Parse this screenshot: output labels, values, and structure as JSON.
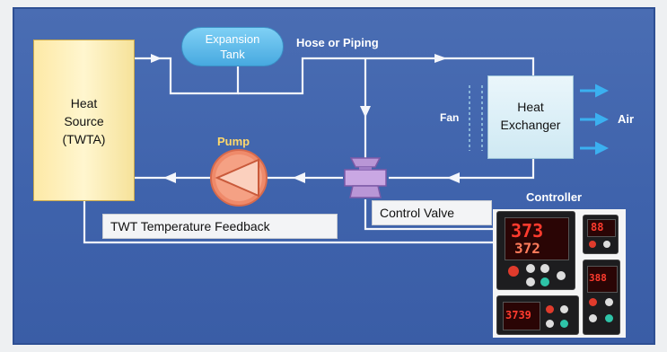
{
  "labels": {
    "heat_source": "Heat Source (TWTA)",
    "heat_source_lines": [
      "Heat",
      "Source",
      "(TWTA)"
    ],
    "expansion_tank_lines": [
      "Expansion",
      "Tank"
    ],
    "hose": "Hose or Piping",
    "heat_exchanger_lines": [
      "Heat",
      "Exchanger"
    ],
    "fan": "Fan",
    "air": "Air",
    "pump": "Pump",
    "control_valve": "Control Valve",
    "feedback": "TWT Temperature Feedback",
    "controller": "Controller"
  },
  "controller_displays": {
    "big_top": "373",
    "big_bottom": "372",
    "small_right_top": "88",
    "small_right_bottom": "388",
    "bottom_left": "3739"
  },
  "colors": {
    "panel": "#4267b0",
    "pipe": "#f4f6fb",
    "heat_source_fill": "#fdf0b8",
    "tank_fill": "#5bb8ea",
    "exchanger_fill": "#dcf0f8",
    "pump_fill": "#ef8a6a",
    "valve_fill": "#b996d6",
    "air_arrow": "#3bb0f0",
    "display_red": "#ff3b2e"
  }
}
